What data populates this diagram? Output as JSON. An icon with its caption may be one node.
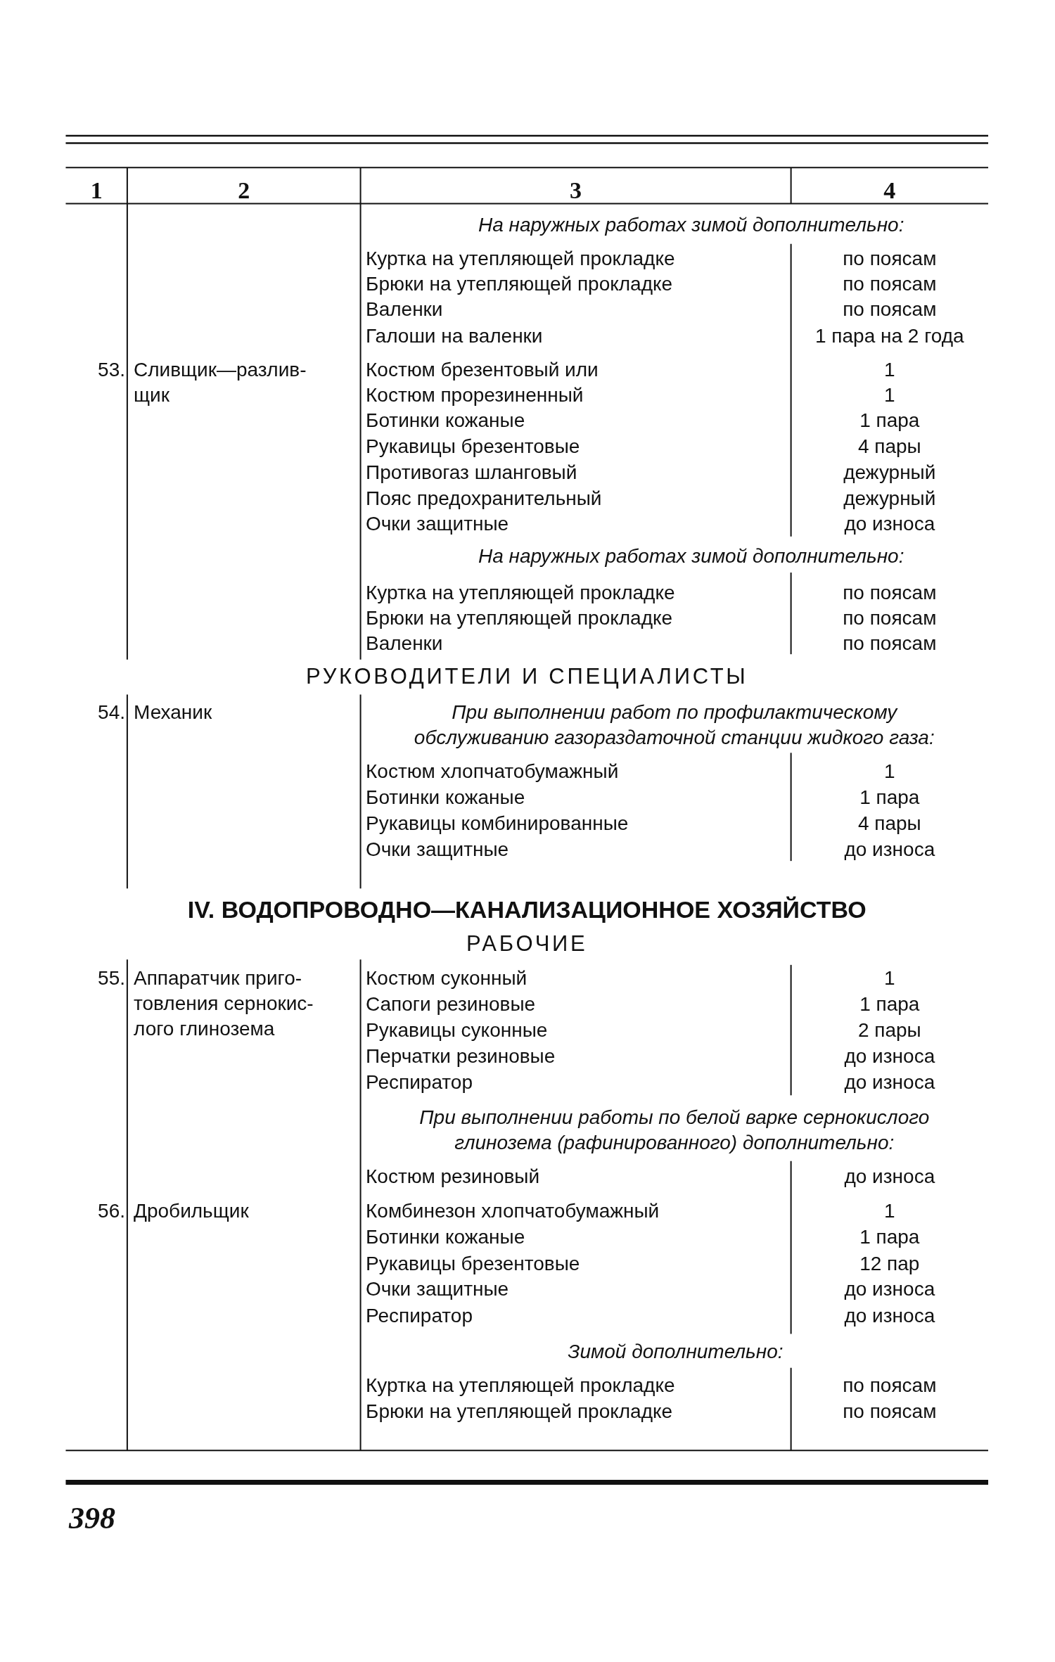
{
  "diagram": {
    "labels": [
      "1",
      "2",
      "3",
      "4",
      "На наружных работах зимой дополнительно:",
      "Куртка на утепляющей прокладке",
      "по поясам",
      "Брюки на утепляющей прокладке",
      "по поясам",
      "Валенки",
      "по поясам",
      "Галоши на валенки",
      "1 пара на 2 года",
      "53.",
      "Сливщик—разлив- щик",
      "Костюм брезентовый или",
      "1",
      "Костюм прорезиненный",
      "1",
      "Ботинки кожаные",
      "1 пара",
      "Рукавицы брезентовые",
      "4 пары",
      "Противогаз шланговый",
      "дежурный",
      "Пояс предохранительный",
      "дежурный",
      "Очки защитные",
      "до износа",
      "На наружных работах зимой дополнительно:",
      "Куртка на утепляющей прокладке",
      "по поясам",
      "Брюки на утепляющей прокладке",
      "по поясам",
      "Валенки",
      "по поясам",
      "РУКОВОДИТЕЛИ И СПЕЦИАЛИСТЫ",
      "54.",
      "Механик",
      "При выполнении работ по профилактическому обслуживанию газораздаточной станции жидкого газа:",
      "Костюм хлопчатобумажный",
      "1",
      "Ботинки кожаные",
      "1 пара",
      "Рукавицы комбинированные",
      "4 пары",
      "Очки защитные",
      "до износа",
      "IV. ВОДОПРОВОДНО—КАНАЛИЗАЦИОННОЕ ХОЗЯЙСТВО",
      "РАБОЧИЕ",
      "55.",
      "Аппаратчик приго- товления сернокис- лого глинозема",
      "Костюм суконный",
      "1",
      "Сапоги резиновые",
      "1 пара",
      "Рукавицы суконные",
      "2 пары",
      "Перчатки резиновые",
      "до износа",
      "Респиратор",
      "до износа",
      "При выполнении работы по белой варке сернокислого глинозема (рафинированного) дополнительно:",
      "Костюм резиновый",
      "до износа",
      "56.",
      "Дробильщик",
      "Комбинезон хлопчатобумажный",
      "1",
      "Ботинки кожаные",
      "1 пара",
      "Рукавицы брезентовые",
      "12 пар",
      "Очки защитные",
      "до износа",
      "Респиратор",
      "до износа",
      "Зимой дополнительно:",
      "Куртка на утепляющей прокладке",
      "по поясам",
      "Брюки на утепляющей прокладке",
      "по поясам",
      "398"
    ]
  }
}
